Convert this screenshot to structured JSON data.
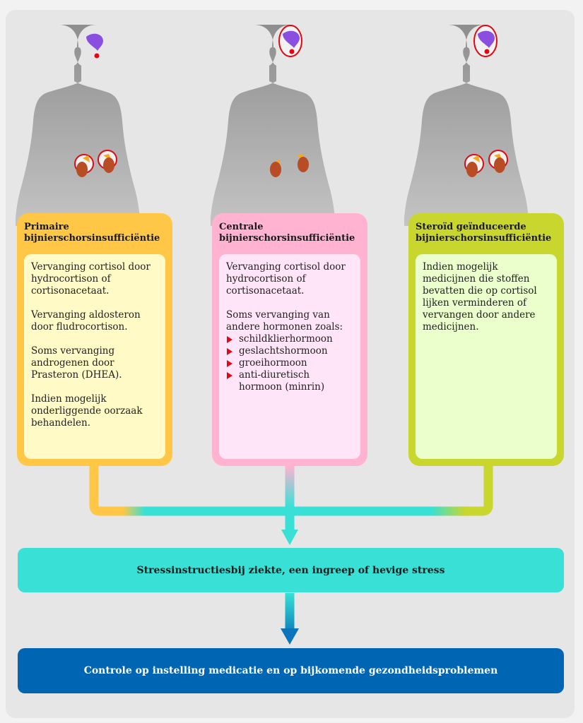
{
  "colors": {
    "primary": "#ffc745",
    "primary_body": "#fffac6",
    "central": "#ffb3d0",
    "central_body": "#ffe5f7",
    "steroid": "#c8d62e",
    "steroid_body": "#eaffcc",
    "stress": "#38e0d6",
    "control": "#0066b3",
    "bullet": "#e30613"
  },
  "figures": [
    {
      "name": "figure-primary",
      "brain_highlight": false,
      "adrenal_highlight": true
    },
    {
      "name": "figure-central",
      "brain_highlight": true,
      "adrenal_highlight": false
    },
    {
      "name": "figure-steroid",
      "brain_highlight": true,
      "adrenal_highlight": true
    }
  ],
  "cards": [
    {
      "title": "Primaire bijnierschorsinsufficiëntie",
      "paragraphs": [
        "Vervanging cortisol door hydrocortison of cortisonacetaat.",
        "Vervanging aldosteron door fludrocortison.",
        "Soms vervanging androgenen door Prasteron (DHEA).",
        "Indien mogelijk onderliggende oorzaak behandelen."
      ]
    },
    {
      "title": "Centrale bijnierschorsinsufficiëntie",
      "paragraphs": [
        "Vervanging cortisol door hydrocortison of cortisonacetaat.",
        "Soms vervanging van andere hormonen zoals:"
      ],
      "list": [
        "schildklierhormoon",
        "geslachtshormoon",
        "groeihormoon",
        "anti-diuretisch hormoon (minrin)"
      ]
    },
    {
      "title": "Steroïd geïnduceerde bijnierschorsinsufficiëntie",
      "paragraphs": [
        "Indien mogelijk medicijnen die stoffen bevatten die op cortisol lijken verminderen of vervangen door andere medicijnen."
      ]
    }
  ],
  "stress_box": "Stressinstructiesbij ziekte, een ingreep of hevige stress",
  "control_box": "Controle op instelling medicatie en op bijkomende gezondheidsproblemen"
}
